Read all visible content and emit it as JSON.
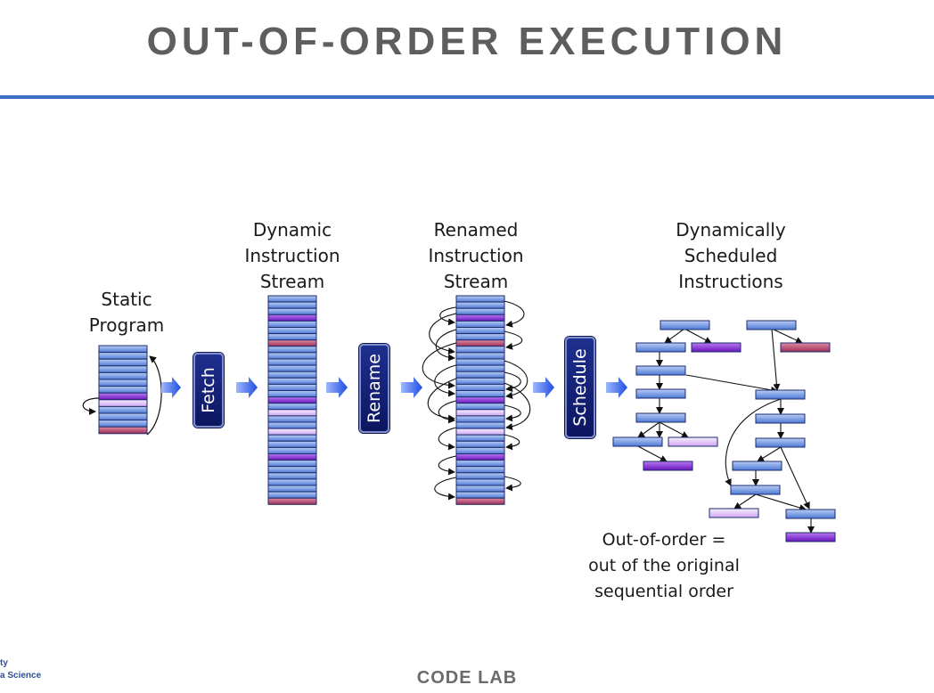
{
  "title": "OUT-OF-ORDER EXECUTION",
  "labels": {
    "static_program": [
      "Static",
      "Program"
    ],
    "dynamic_stream": [
      "Dynamic",
      "Instruction",
      "Stream"
    ],
    "renamed_stream": [
      "Renamed",
      "Instruction",
      "Stream"
    ],
    "scheduled": [
      "Dynamically",
      "Scheduled",
      "Instructions"
    ]
  },
  "stages": {
    "fetch": "Fetch",
    "rename": "Rename",
    "schedule": "Schedule"
  },
  "note": [
    "Out-of-order =",
    "out of the original",
    "sequential order"
  ],
  "footer": "CODE LAB",
  "corner": [
    "ty",
    "a Science"
  ],
  "colors": {
    "accent_rule": "#3a6fc4",
    "instr_blue": "#6f95e0",
    "instr_purple": "#8a2fd6",
    "instr_pink": "#b8456a",
    "instr_lavender": "#d9b7f2",
    "stage_fill": "#1a2887",
    "arrow_blue": "#2a55e6"
  },
  "columns": {
    "static": [
      "b",
      "b",
      "b",
      "b",
      "b",
      "b",
      "b",
      "p",
      "l",
      "b",
      "b",
      "b",
      "r"
    ],
    "dynamic": [
      "b",
      "b",
      "b",
      "p",
      "b",
      "b",
      "b",
      "r",
      "b",
      "b",
      "b",
      "b",
      "b",
      "b",
      "b",
      "b",
      "p",
      "b",
      "l",
      "b",
      "b",
      "l",
      "b",
      "b",
      "b",
      "p",
      "b",
      "b",
      "b",
      "b",
      "b",
      "b",
      "r"
    ],
    "renamed": [
      "b",
      "b",
      "b",
      "p",
      "b",
      "b",
      "b",
      "r",
      "b",
      "b",
      "b",
      "b",
      "b",
      "b",
      "b",
      "b",
      "p",
      "b",
      "l",
      "b",
      "b",
      "l",
      "b",
      "b",
      "b",
      "p",
      "b",
      "b",
      "b",
      "b",
      "b",
      "b",
      "r"
    ]
  }
}
